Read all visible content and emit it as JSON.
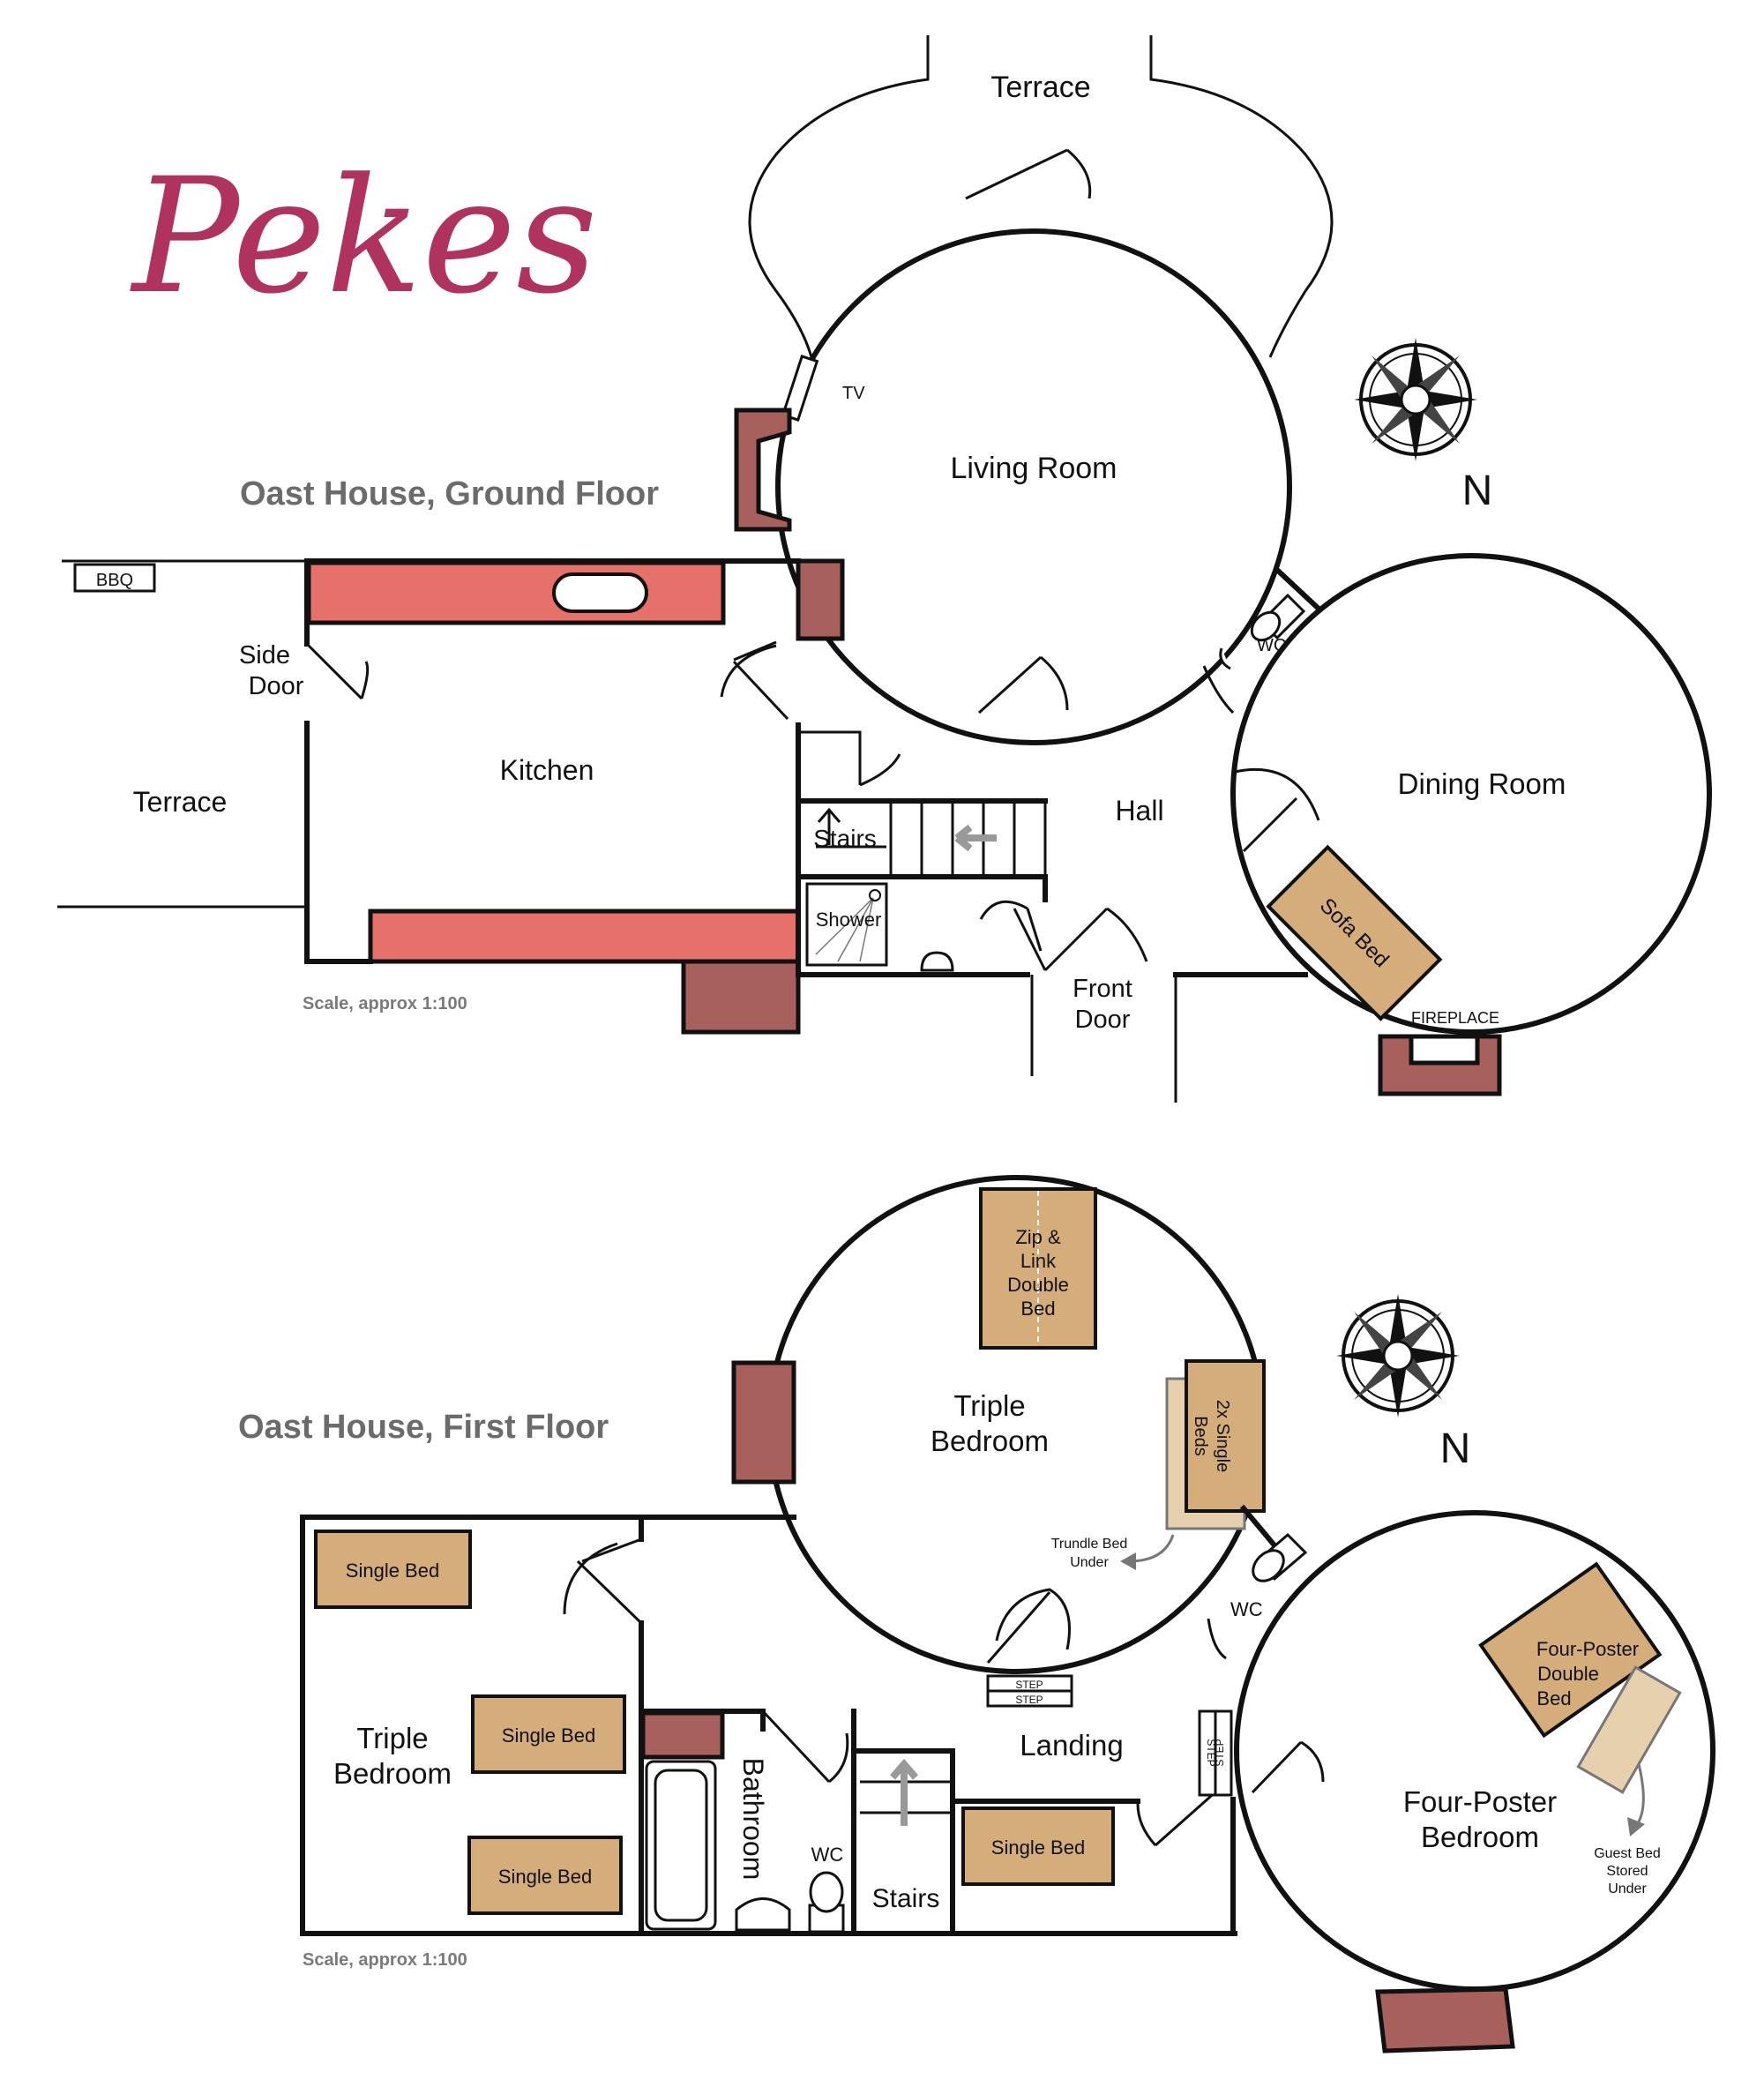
{
  "logo": {
    "text": "Pekes",
    "color": "#b0335f"
  },
  "colors": {
    "chimney": "#a8605c",
    "worktop": "#e6706a",
    "bed": "#d4ad7a",
    "bed_light": "#e6d0ae",
    "title": "#6b6b6b"
  },
  "icons": [
    "compass-rose-icon",
    "shower-icon",
    "toilet-icon",
    "sink-icon",
    "bath-icon",
    "arrow-icon"
  ],
  "ground_floor": {
    "title": "Oast House, Ground Floor",
    "scale": "Scale, approx 1:100",
    "compass_label": "N",
    "rooms": {
      "terrace_top": "Terrace",
      "living_room": "Living Room",
      "tv": "TV",
      "bbq": "BBQ",
      "side_door_1": "Side",
      "side_door_2": "Door",
      "terrace_left": "Terrace",
      "kitchen": "Kitchen",
      "stairs": "Stairs",
      "shower": "Shower",
      "hall": "Hall",
      "wc": "WC",
      "dining_room": "Dining Room",
      "sofa_bed": "Sofa Bed",
      "front_door_1": "Front",
      "front_door_2": "Door",
      "fireplace": "FIREPLACE"
    }
  },
  "first_floor": {
    "title": "Oast House, First Floor",
    "scale": "Scale, approx 1:100",
    "compass_label": "N",
    "rooms": {
      "zip_link": [
        "Zip &",
        "Link",
        "Double",
        "Bed"
      ],
      "triple_bedroom_round": [
        "Triple",
        "Bedroom"
      ],
      "two_single_beds": [
        "2x Single",
        "Beds"
      ],
      "trundle": [
        "Trundle Bed",
        "Under"
      ],
      "single_bed_1": "Single Bed",
      "single_bed_2": "Single Bed",
      "single_bed_3": "Single Bed",
      "single_bed_landing": "Single Bed",
      "triple_bedroom_left": [
        "Triple",
        "Bedroom"
      ],
      "bathroom": "Bathroom",
      "wc_left": "WC",
      "stairs": "Stairs",
      "landing": "Landing",
      "step": "STEP",
      "wc_right": "WC",
      "four_poster_bed": [
        "Four-Poster",
        "Double",
        "Bed"
      ],
      "four_poster_bedroom": [
        "Four-Poster",
        "Bedroom"
      ],
      "guest_bed": [
        "Guest Bed",
        "Stored",
        "Under"
      ]
    }
  }
}
